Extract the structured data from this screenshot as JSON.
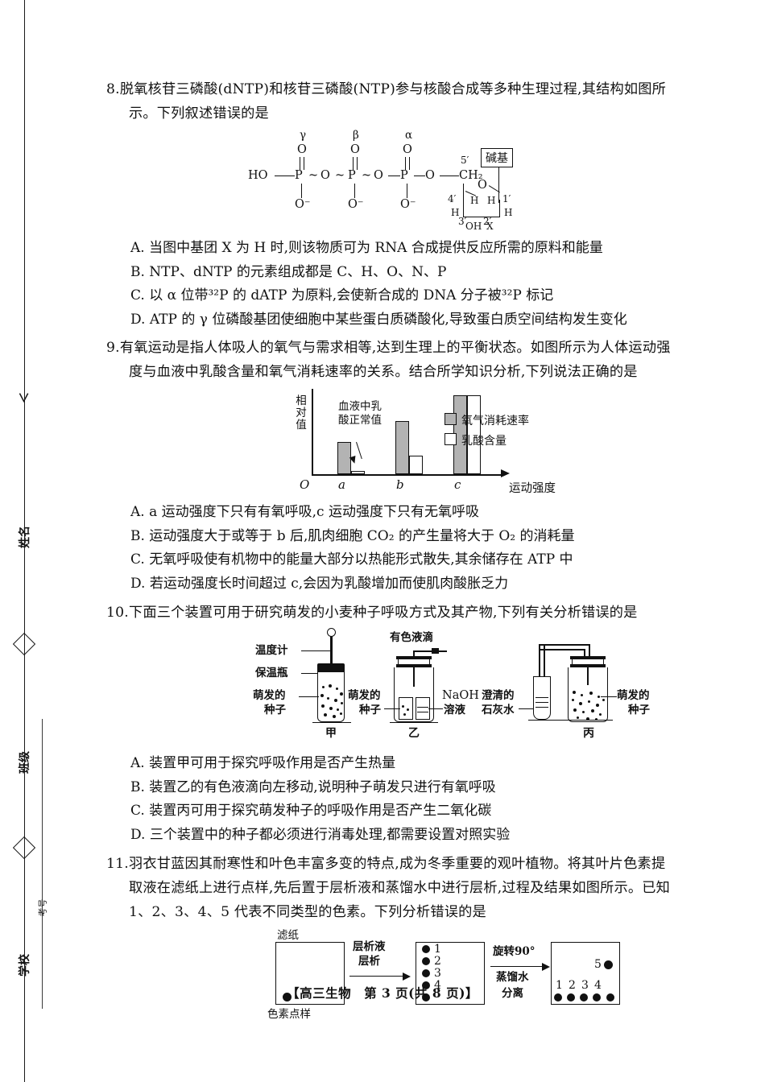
{
  "footer": {
    "text": "【高三生物　第 3 页(共 8 页)】"
  },
  "margin_marks": {
    "m1": "＜",
    "m2": "姓名",
    "m3": "◇",
    "m4": "班级",
    "m5": "◇",
    "m6": "学校",
    "m7": "考号"
  },
  "questions": [
    {
      "number": "8.",
      "stem_line1": "脱氧核苷三磷酸(dNTP)和核苷三磷酸(NTP)参与核酸合成等多种生理过程,其结构如图所",
      "stem_line2": "示。下列叙述错误的是",
      "options": [
        "A. 当图中基团 X 为 H 时,则该物质可为 RNA 合成提供反应所需的原料和能量",
        "B. NTP、dNTP 的元素组成都是 C、H、O、N、P",
        "C. 以 α 位带³²P 的 dATP 为原料,会使新合成的 DNA 分子被³²P 标记",
        "D. ATP 的 γ 位磷酸基团使细胞中某些蛋白质磷酸化,导致蛋白质空间结构发生变化"
      ]
    },
    {
      "number": "9.",
      "stem_line1": "有氧运动是指人体吸人的氧气与需求相等,达到生理上的平衡状态。如图所示为人体运动强",
      "stem_line2": "度与血液中乳酸含量和氧气消耗速率的关系。结合所学知识分析,下列说法正确的是",
      "options": [
        "A. a 运动强度下只有有氧呼吸,c 运动强度下只有无氧呼吸",
        "B. 运动强度大于或等于 b 后,肌肉细胞 CO₂ 的产生量将大于 O₂ 的消耗量",
        "C. 无氧呼吸使有机物中的能量大部分以热能形式散失,其余储存在 ATP 中",
        "D. 若运动强度长时间超过 c,会因为乳酸增加而使肌肉酸胀乏力"
      ]
    },
    {
      "number": "10.",
      "stem_line1": "下面三个装置可用于研究萌发的小麦种子呼吸方式及其产物,下列有关分析错误的是",
      "stem_line2": "",
      "options": [
        "A. 装置甲可用于探究呼吸作用是否产生热量",
        "B. 装置乙的有色液滴向左移动,说明种子萌发只进行有氧呼吸",
        "C. 装置丙可用于探究萌发种子的呼吸作用是否产生二氧化碳",
        "D. 三个装置中的种子都必须进行消毒处理,都需要设置对照实验"
      ]
    },
    {
      "number": "11.",
      "stem_line1": "羽衣甘蓝因其耐寒性和叶色丰富多变的特点,成为冬季重要的观叶植物。将其叶片色素提",
      "stem_line2": "取液在滤纸上进行点样,先后置于层析液和蒸馏水中进行层析,过程及结果如图所示。已知",
      "stem_line3": "1、2、3、4、5 代表不同类型的色素。下列分析错误的是",
      "options": []
    }
  ],
  "figure8": {
    "greek": [
      "γ",
      "β",
      "α"
    ],
    "ho": "HO",
    "p": "P",
    "o_double": "O",
    "o_minus": "O⁻",
    "o_bridge": "O",
    "tilde": "~",
    "ch2": "CH₂",
    "base_box": "碱基",
    "ring_o": "O",
    "c5": "5′",
    "c4": "4′",
    "c3": "3′",
    "c2": "2′",
    "c1": "1′",
    "h_labels": [
      "H",
      "H",
      "H",
      "H"
    ],
    "oh": "OH",
    "x": "X"
  },
  "chart_data": {
    "type": "bar",
    "title": "",
    "xlabel": "运动强度",
    "ylabel": "相对值",
    "categories": [
      "a",
      "b",
      "c"
    ],
    "origin_label": "O",
    "series": [
      {
        "name": "氧气消耗速率",
        "values": [
          38,
          62,
          92
        ],
        "fill": "#b3b3b3"
      },
      {
        "name": "乳酸含量",
        "values": [
          4,
          22,
          92
        ],
        "fill": "#ffffff"
      }
    ],
    "ylim": [
      0,
      100
    ],
    "grid": false,
    "legend_position": "right",
    "annotation": "血液中乳酸正常值"
  },
  "figure10": {
    "labels": {
      "thermometer": "温度计",
      "vacuum_flask": "保温瓶",
      "germinating_seeds_left": "萌发的\n种子",
      "colored_droplet": "有色液滴",
      "germinating_seeds_mid": "萌发的\n种子",
      "naoh": "NaOH\n溶液",
      "limewater": "澄清的\n石灰水",
      "germinating_seeds_right": "萌发的\n种子"
    },
    "device_names": [
      "甲",
      "乙",
      "丙"
    ],
    "label_parts": {
      "thermometer": "温度计",
      "vacuum_flask": "保温瓶",
      "seeds_1": "萌发的",
      "seeds_2": "种子",
      "droplet": "有色液滴",
      "naoh_1": "NaOH",
      "naoh_2": "溶液",
      "lime_1": "澄清的",
      "lime_2": "石灰水"
    }
  },
  "figure11": {
    "paper_label": "滤纸",
    "spot_label": "色素点样",
    "arrow1": [
      "层析液",
      "层析"
    ],
    "arrow2": [
      "旋转90°",
      "蒸馏水",
      "分离"
    ],
    "panel2_labels": [
      "1",
      "2",
      "3",
      "4"
    ],
    "panel3_top_label": "5",
    "panel3_bottom_labels": [
      "1",
      "2",
      "3",
      "4"
    ]
  }
}
